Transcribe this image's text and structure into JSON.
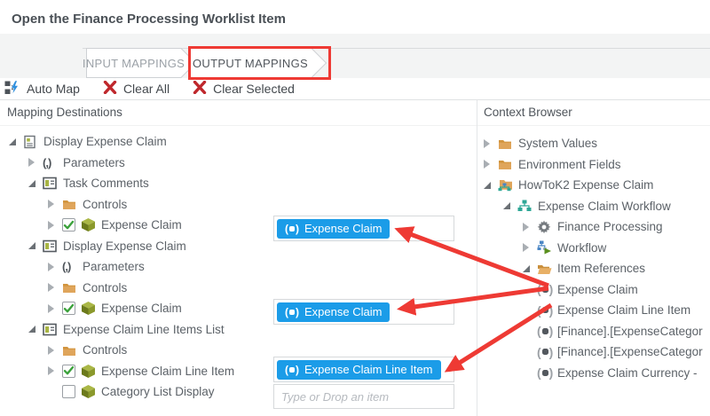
{
  "window": {
    "title": "Open the Finance Processing Worklist Item"
  },
  "tab_bar": {
    "tabs": [
      {
        "label": "INPUT MAPPINGS",
        "active": false,
        "highlighted_by_annotation": false
      },
      {
        "label": "OUTPUT MAPPINGS",
        "active": true,
        "highlighted_by_annotation": true
      }
    ]
  },
  "toolbar": {
    "items": [
      {
        "label": "Auto Map",
        "icon": "auto-map-icon"
      },
      {
        "label": "Clear All",
        "icon": "clear-x-icon"
      },
      {
        "label": "Clear Selected",
        "icon": "clear-x-icon"
      }
    ]
  },
  "panels": {
    "left_header": "Mapping Destinations",
    "right_header": "Context Browser"
  },
  "destinations_tree": [
    {
      "level": 0,
      "expander": "expanded",
      "icon": "form",
      "checkbox": null,
      "label": "Display Expense Claim"
    },
    {
      "level": 1,
      "expander": "collapsed",
      "icon": "parameters",
      "checkbox": null,
      "label": "Parameters"
    },
    {
      "level": 1,
      "expander": "expanded",
      "icon": "view",
      "checkbox": null,
      "label": "Task Comments"
    },
    {
      "level": 2,
      "expander": "collapsed",
      "icon": "folder",
      "checkbox": null,
      "label": "Controls"
    },
    {
      "level": 2,
      "expander": "collapsed",
      "icon": "cube",
      "checkbox": "checked",
      "label": "Expense Claim"
    },
    {
      "level": 1,
      "expander": "expanded",
      "icon": "view",
      "checkbox": null,
      "label": "Display Expense Claim"
    },
    {
      "level": 2,
      "expander": "collapsed",
      "icon": "parameters",
      "checkbox": null,
      "label": "Parameters"
    },
    {
      "level": 2,
      "expander": "collapsed",
      "icon": "folder",
      "checkbox": null,
      "label": "Controls"
    },
    {
      "level": 2,
      "expander": "collapsed",
      "icon": "cube",
      "checkbox": "checked",
      "label": "Expense Claim"
    },
    {
      "level": 1,
      "expander": "expanded",
      "icon": "view",
      "checkbox": null,
      "label": "Expense Claim Line Items List"
    },
    {
      "level": 2,
      "expander": "collapsed",
      "icon": "folder",
      "checkbox": null,
      "label": "Controls"
    },
    {
      "level": 2,
      "expander": "collapsed",
      "icon": "cube",
      "checkbox": "checked",
      "label": "Expense Claim Line Item"
    },
    {
      "level": 2,
      "expander": "none",
      "icon": "cube",
      "checkbox": "unchecked",
      "label": "Category List Display"
    }
  ],
  "mapping_boxes": [
    {
      "value": "Expense Claim"
    },
    {
      "value": "Expense Claim"
    },
    {
      "value": "Expense Claim Line Item"
    },
    {
      "placeholder": "Type or Drop an item"
    }
  ],
  "context_tree": [
    {
      "level": 0,
      "expander": "collapsed",
      "icon": "folder",
      "label": "System Values"
    },
    {
      "level": 0,
      "expander": "collapsed",
      "icon": "folder",
      "label": "Environment Fields"
    },
    {
      "level": 0,
      "expander": "expanded",
      "icon": "folder-workflow",
      "label": "HowToK2 Expense Claim"
    },
    {
      "level": 1,
      "expander": "expanded",
      "icon": "org-teal",
      "label": "Expense Claim Workflow"
    },
    {
      "level": 2,
      "expander": "collapsed",
      "icon": "gear",
      "label": "Finance Processing"
    },
    {
      "level": 2,
      "expander": "collapsed",
      "icon": "workflow-play",
      "label": "Workflow"
    },
    {
      "level": 2,
      "expander": "expanded",
      "icon": "folder-open",
      "label": "Item References"
    },
    {
      "level": 2,
      "expander": "none",
      "icon": "item-ref",
      "label": "Expense Claim"
    },
    {
      "level": 2,
      "expander": "none",
      "icon": "item-ref",
      "label": "Expense Claim Line Item"
    },
    {
      "level": 2,
      "expander": "none",
      "icon": "item-ref",
      "label": "[Finance].[ExpenseCategor"
    },
    {
      "level": 2,
      "expander": "none",
      "icon": "item-ref",
      "label": "[Finance].[ExpenseCategor"
    },
    {
      "level": 2,
      "expander": "none",
      "icon": "item-ref",
      "label": "Expense Claim Currency - "
    }
  ],
  "colors": {
    "pill_blue": "#1b9ce8",
    "annotation_red": "#ee3a34",
    "folder_tan": "#dfa55b",
    "cube_olive": "#94a233",
    "check_green": "#3ca23c",
    "teal": "#2ea796",
    "workflow_blue": "#4a86c5",
    "clear_x_red": "#bf272c"
  }
}
